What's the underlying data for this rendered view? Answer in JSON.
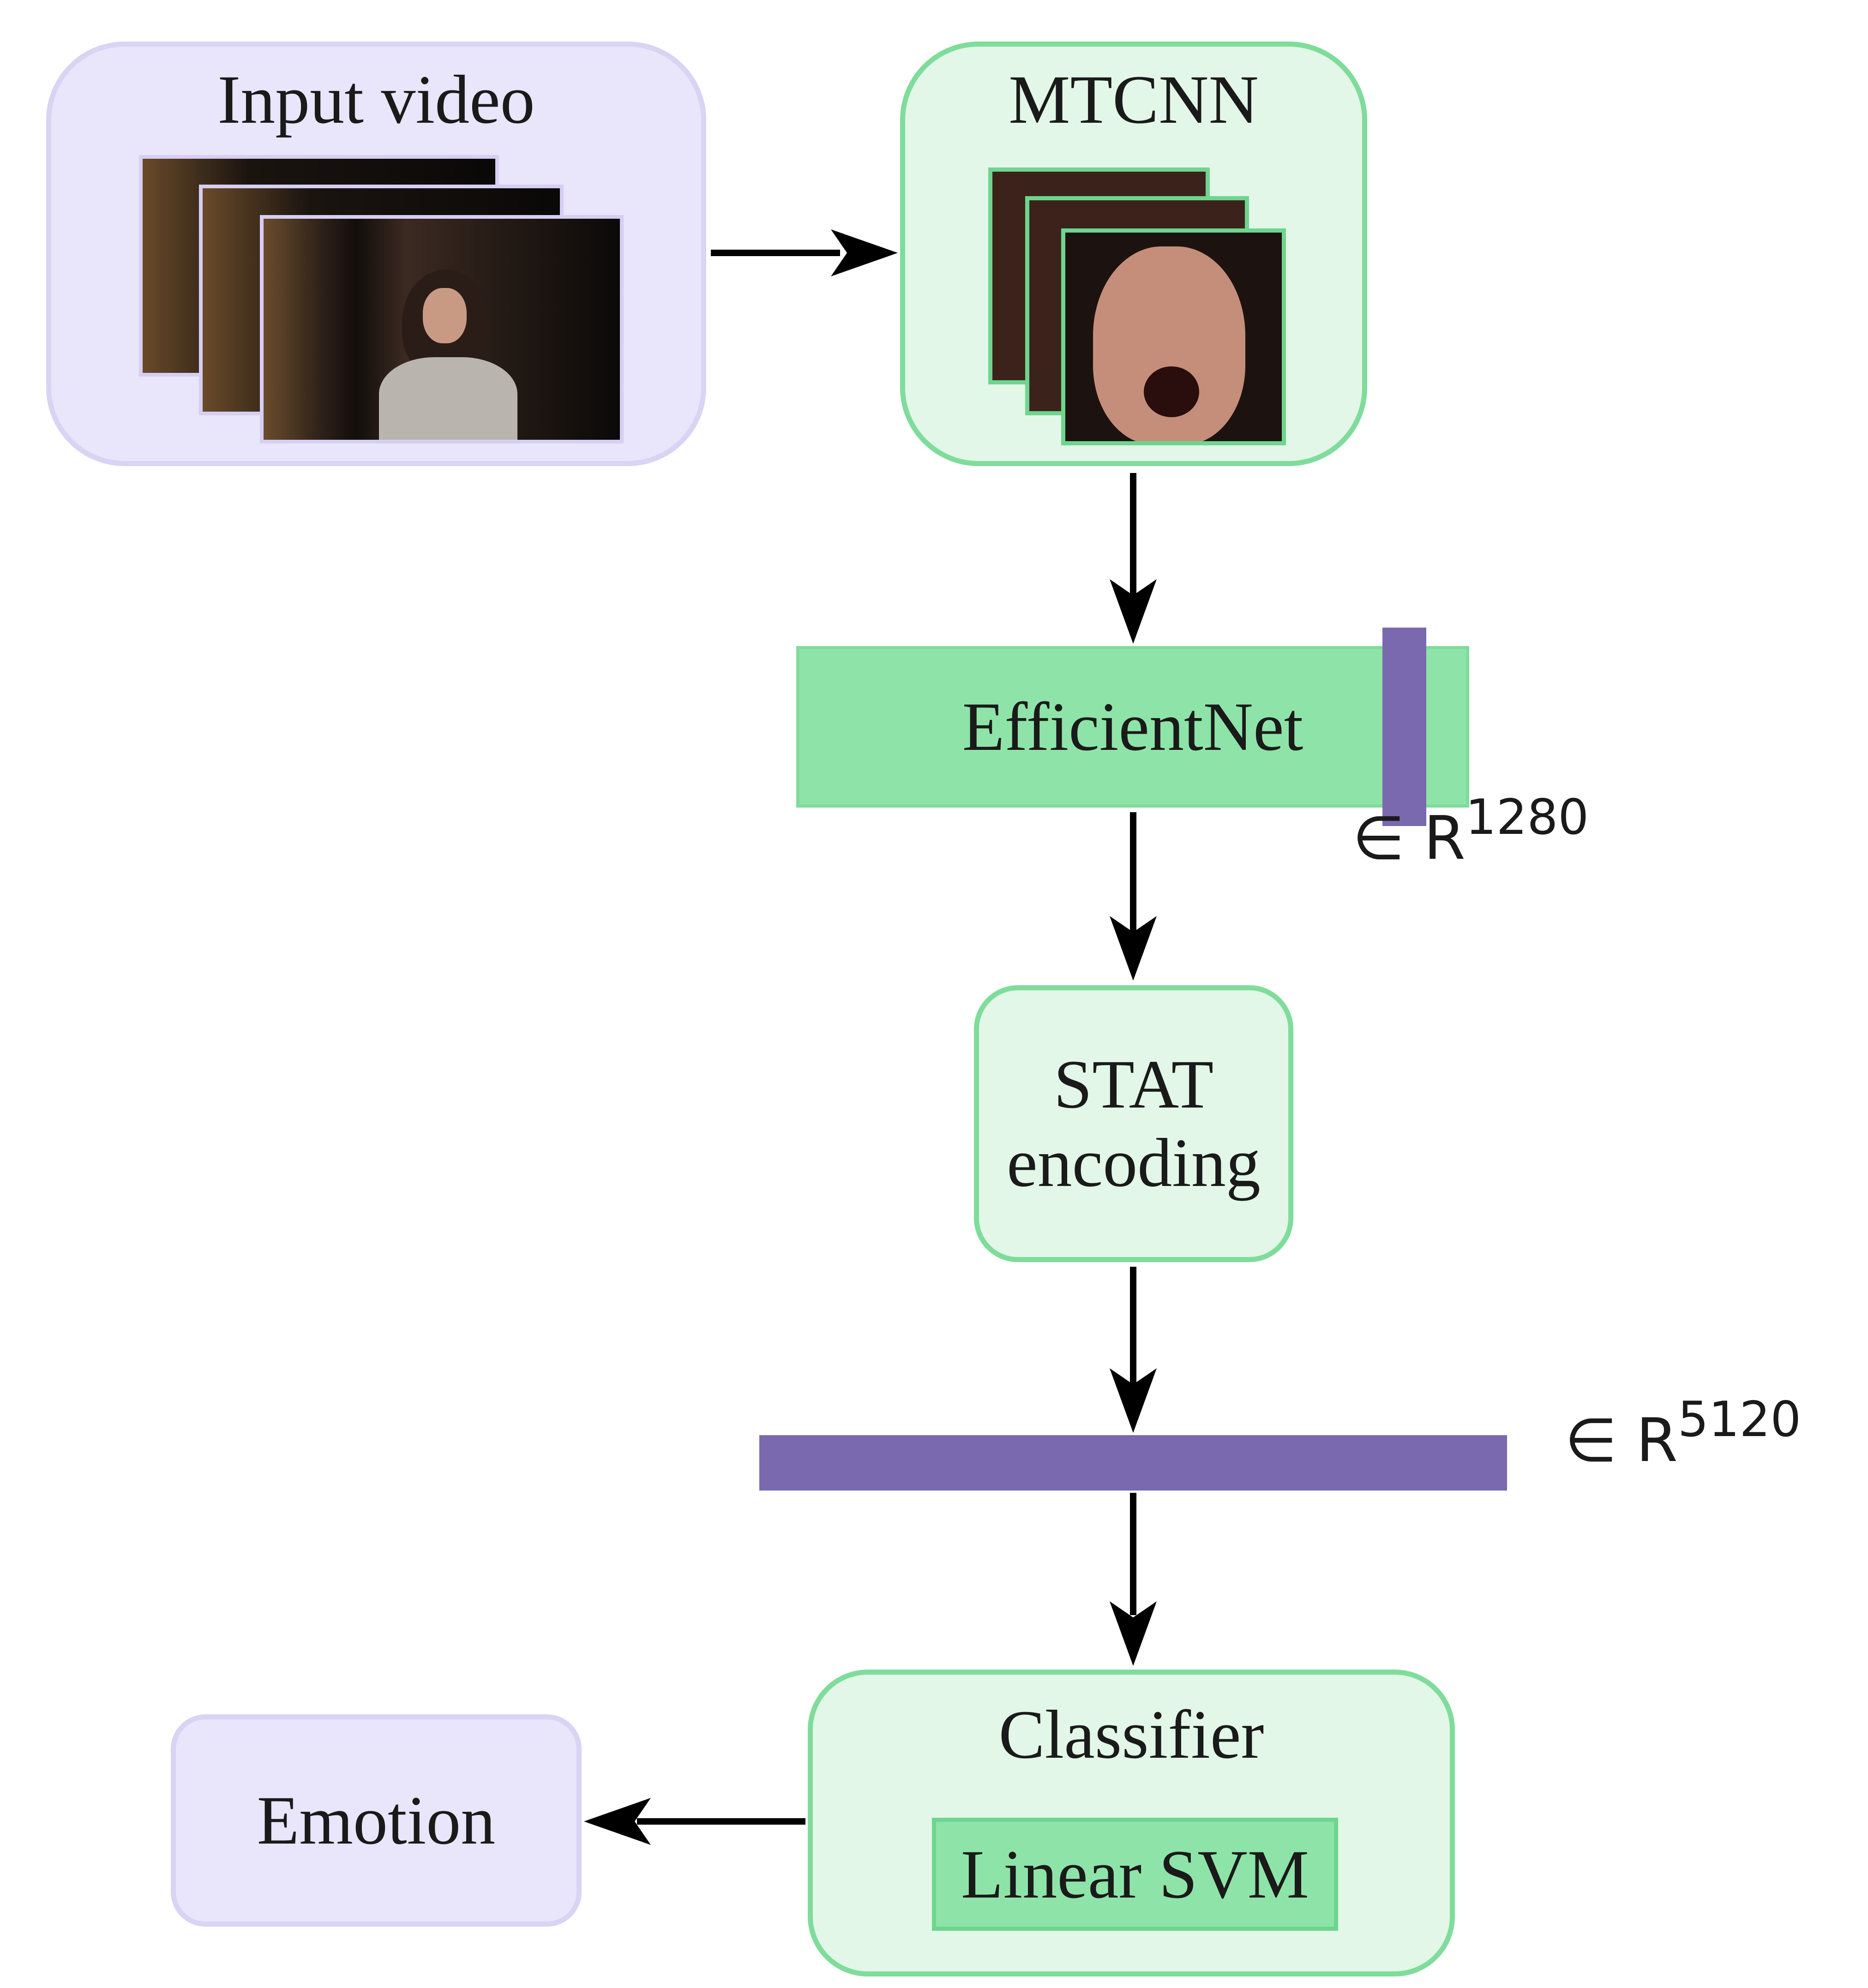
{
  "input": {
    "title": "Input video"
  },
  "detector": {
    "title": "MTCNN"
  },
  "backbone": {
    "label": "EfficientNet",
    "feature_space": "∈ R",
    "feature_dim": "1280"
  },
  "encoding": {
    "line1": "STAT",
    "line2": "encoding"
  },
  "pooled": {
    "feature_space": "∈ R",
    "feature_dim": "5120"
  },
  "classifier": {
    "title": "Classifier",
    "model": "Linear SVM"
  },
  "output": {
    "label": "Emotion"
  },
  "colors": {
    "lavender_fill": "#e9e5fa",
    "lavender_border": "#d9d3f4",
    "mint_fill": "#e2f7e7",
    "mint_border": "#7fdc9b",
    "strong_green": "#8ee4a8",
    "purple": "#7a69ae",
    "arrow": "#000000"
  }
}
